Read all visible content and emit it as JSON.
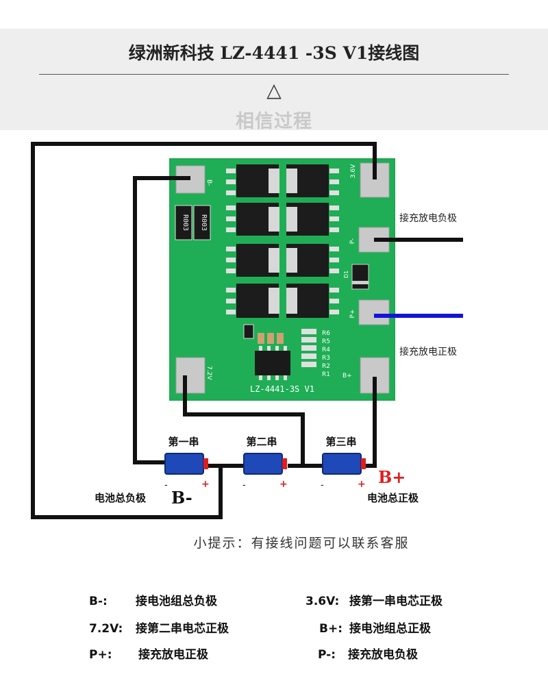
{
  "header": {
    "title": "绿洲新科技  LZ-4441 -3S V1接线图",
    "triangle": "△",
    "subtitle": "相信过程"
  },
  "board": {
    "model": "LZ-4441-3S  V1",
    "pad_labels": {
      "b_minus": "B-",
      "v36": "3.6V",
      "p_minus": "P-",
      "p_plus": "P+",
      "v72": "7.2V",
      "b_plus": "B+"
    },
    "resistors": [
      "R003",
      "R003"
    ],
    "r_labels": [
      "R6",
      "R5",
      "R4",
      "R3",
      "R2",
      "R1"
    ],
    "diode_label": "D1",
    "colors": {
      "board": "#1fae55",
      "pad": "#c9c9c9",
      "mosfet": "#1c1c1c"
    }
  },
  "labels": {
    "discharge_negative": "接充放电负极",
    "discharge_positive": "接充放电正极",
    "cells": [
      "第一串",
      "第二串",
      "第三串"
    ],
    "total_negative": "电池总负极",
    "b_minus_big": "B-",
    "total_positive": "电池总正极",
    "b_plus_big": "B+",
    "cell_minus": "-",
    "cell_plus": "+"
  },
  "tip": "小提示：有接线问题可以联系客服",
  "legend": [
    {
      "key": "B-:",
      "desc": "接电池组总负极"
    },
    {
      "key": "3.6V:",
      "desc": "接第一串电芯正极"
    },
    {
      "key": "7.2V:",
      "desc": "接第二串电芯正极"
    },
    {
      "key": "B+:",
      "desc": "接电池组总正极"
    },
    {
      "key": "P+:",
      "desc": "接充放电正极"
    },
    {
      "key": "P-:",
      "desc": "接充放电负极"
    }
  ],
  "wire_colors": {
    "black": "#111111",
    "blue": "#1414d6",
    "battery": "#1f49b8",
    "red": "#e01e1e"
  }
}
